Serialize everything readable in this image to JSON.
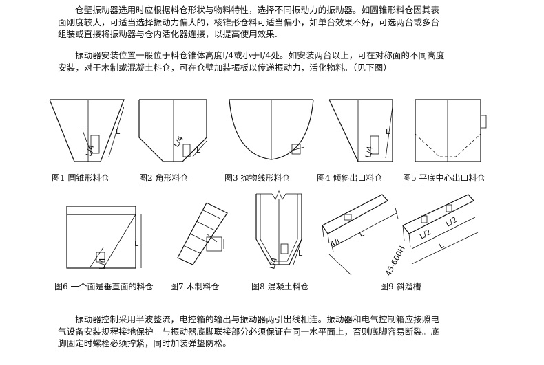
{
  "intro": {
    "lines": [
      "仓壁振动器选用时应根据料仓形状与物料特性，选择不同振动力的振动器。如圆锥形料仓因其表",
      "面刚度较大，可适当选择振动力偏大的，棱锥形仓料可适当偏小，如单台效果不好，可选两台或多台",
      "组装或直接将振动器与仓内活化器连接，以提高使用效果."
    ]
  },
  "install": {
    "lines": [
      "振动器安装位置一般位于料仓锥体高度l/4或小于l/4处。如安装两台以上，可在对称面的不同高度",
      "安装，对于木制或混凝土料仓，可在仓壁加装振板以传递振动力，活化物料。（见下图）"
    ]
  },
  "figures": {
    "row1": [
      {
        "caption": "图1  圆锥形料仓"
      },
      {
        "caption": "图2  角形料仓"
      },
      {
        "caption": "图3  抛物线形料仓"
      },
      {
        "caption": "图4  倾斜出口料仓"
      },
      {
        "caption": "图5  平底中心出口料仓"
      }
    ],
    "row2": [
      {
        "caption": "图6  一个面是垂直面的料仓"
      },
      {
        "caption": "图7  木制料仓"
      },
      {
        "caption": "图8  混凝土料仓"
      },
      {
        "caption": "图9  斜溜槽"
      }
    ],
    "labels": {
      "l": "L",
      "l4": "L/4",
      "l4b": "4/L",
      "l2": "L/2",
      "h": "45-600H"
    }
  },
  "control": {
    "lines": [
      "振动器控制采用半波整流，电控箱的输出与振动器两引出线相连。振动器和电气控制箱应按照电",
      "气设备安装规程接地保护。与振动器底脚联接部分必须保证在同一水平面上，否则底脚容易断裂。底",
      "脚固定时螺栓必须拧紧，同时加装弹垫防松。"
    ]
  }
}
